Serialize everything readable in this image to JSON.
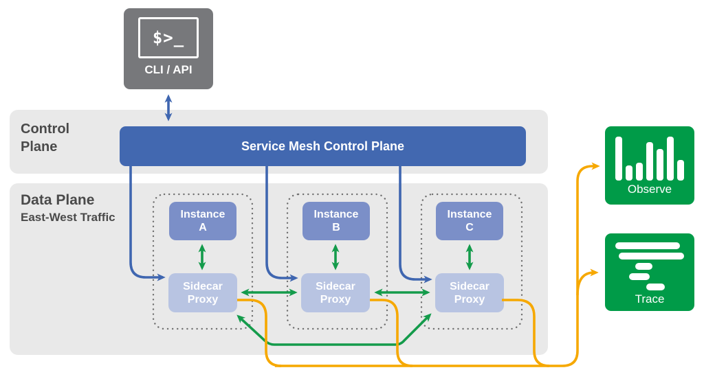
{
  "cli": {
    "prompt": "$>_",
    "label": "CLI / API"
  },
  "control_plane": {
    "label_line1": "Control",
    "label_line2": "Plane",
    "bar_label": "Service Mesh Control Plane"
  },
  "data_plane": {
    "label": "Data Plane",
    "sublabel": "East-West Traffic"
  },
  "groups": [
    {
      "instance_line1": "Instance",
      "instance_line2": "A",
      "proxy_line1": "Sidecar",
      "proxy_line2": "Proxy"
    },
    {
      "instance_line1": "Instance",
      "instance_line2": "B",
      "proxy_line1": "Sidecar",
      "proxy_line2": "Proxy"
    },
    {
      "instance_line1": "Instance",
      "instance_line2": "C",
      "proxy_line1": "Sidecar",
      "proxy_line2": "Proxy"
    }
  ],
  "observability": {
    "observe": {
      "label": "Observe",
      "bars": [
        64,
        22,
        26,
        56,
        46,
        64,
        30
      ]
    },
    "trace": {
      "label": "Trace",
      "spans": [
        {
          "offset": 0,
          "width": 94
        },
        {
          "offset": 5,
          "width": 95
        },
        {
          "offset": 29,
          "width": 25
        },
        {
          "offset": 20,
          "width": 30
        },
        {
          "offset": 45,
          "width": 27
        }
      ]
    }
  },
  "colors": {
    "band": "#e9e9e9",
    "blue": "#3f66b0",
    "blue-box": "#4268b0",
    "instance": "#7b8fc8",
    "sidecar": "#b8c4e2",
    "green": "#149b4b",
    "green-box": "#009b48",
    "orange": "#f6a800",
    "gray-box": "#77787b",
    "text-dark": "#4a4a4a",
    "dot": "#6f6f6f"
  }
}
